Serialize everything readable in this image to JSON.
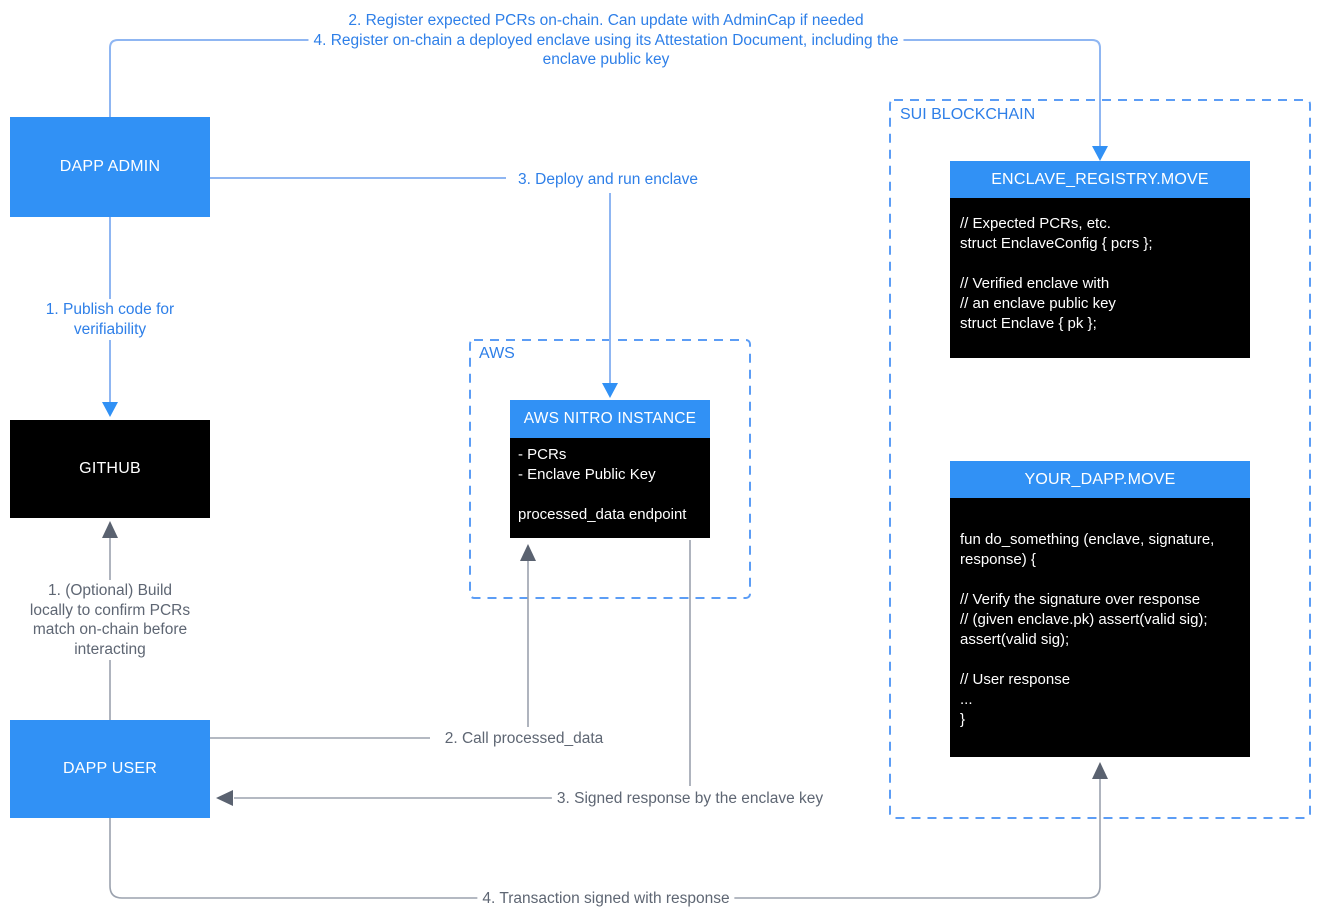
{
  "palette": {
    "box_blue": "#3191F5",
    "box_black": "#000000",
    "dashed_border_blue": "#5C9DF5",
    "connector_blue": "#8FB6F2",
    "arrow_blue": "#3191F5",
    "connector_gray": "#9BA2AE",
    "arrow_gray": "#5A6270",
    "annotation_blue": "#2E7FE8",
    "annotation_gray": "#5E6673"
  },
  "nodes": {
    "dapp_admin": {
      "label": "DAPP ADMIN"
    },
    "github": {
      "label": "GITHUB"
    },
    "dapp_user": {
      "label": "DAPP USER"
    },
    "aws_group": {
      "label": "AWS"
    },
    "nitro_instance": {
      "title": "AWS NITRO INSTANCE",
      "lines": [
        "- PCRs",
        "- Enclave Public Key",
        "",
        "processed_data endpoint"
      ]
    },
    "sui_group": {
      "label": "SUI BLOCKCHAIN"
    },
    "enclave_registry": {
      "title": "ENCLAVE_REGISTRY.MOVE",
      "lines": [
        "// Expected PCRs, etc.",
        "struct EnclaveConfig { pcrs };",
        "",
        "// Verified enclave with",
        "// an enclave public key",
        "struct Enclave { pk };"
      ]
    },
    "your_dapp": {
      "title": "YOUR_DAPP.MOVE",
      "lines": [
        "fun do_something (enclave, signature,",
        "response) {",
        "",
        "// Verify the signature over response",
        "// (given enclave.pk) assert(valid sig);",
        "assert(valid sig);",
        "",
        "// User response",
        "...",
        "}"
      ]
    }
  },
  "annotations": {
    "admin_register": {
      "lines": [
        "2. Register expected PCRs on-chain. Can update with AdminCap if needed",
        "4. Register on-chain a deployed enclave using its Attestation Document, including the",
        "enclave public key"
      ]
    },
    "deploy_enclave": {
      "text": "3. Deploy and run enclave"
    },
    "publish_code": {
      "lines": [
        "1. Publish code for",
        "verifiability"
      ]
    },
    "build_locally": {
      "lines": [
        "1. (Optional) Build",
        "locally to confirm PCRs",
        "match on-chain before",
        "interacting"
      ]
    },
    "call_processed_data": {
      "text": "2. Call processed_data"
    },
    "signed_response": {
      "text": "3. Signed response by the enclave key"
    },
    "transaction_signed": {
      "text": "4. Transaction signed with response"
    }
  }
}
